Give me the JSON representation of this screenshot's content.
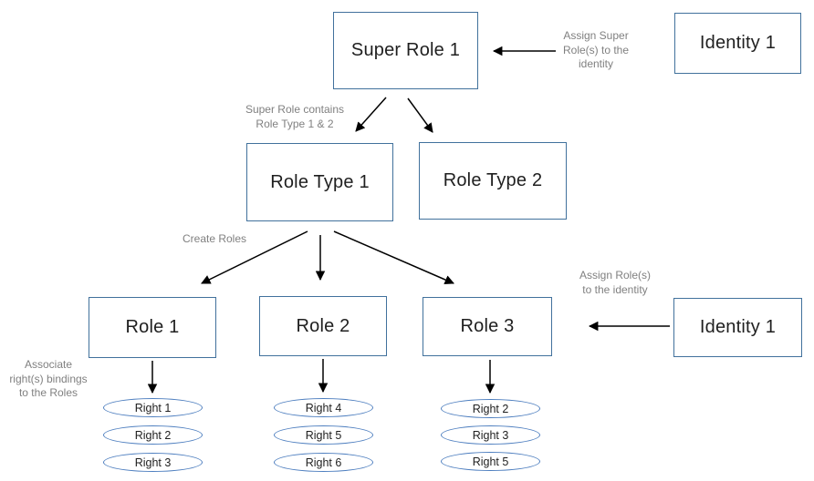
{
  "nodes": {
    "super_role_1": "Super Role 1",
    "identity_top": "Identity 1",
    "role_type_1": "Role Type 1",
    "role_type_2": "Role Type 2",
    "role_1": "Role 1",
    "role_2": "Role 2",
    "role_3": "Role 3",
    "identity_bottom": "Identity 1"
  },
  "annotations": {
    "assign_super_role": "Assign Super\nRole(s) to the\nidentity",
    "super_role_contains": "Super Role contains\nRole Type 1 & 2",
    "create_roles": "Create Roles",
    "associate_rights": "Associate\nright(s) bindings\nto the Roles",
    "assign_roles": "Assign Role(s)\nto the identity"
  },
  "rights": {
    "role_1": [
      "Right 1",
      "Right 2",
      "Right 3"
    ],
    "role_2": [
      "Right 4",
      "Right 5",
      "Right 6"
    ],
    "role_3": [
      "Right 2",
      "Right 3",
      "Right 5"
    ]
  },
  "colors": {
    "box_border": "#41719C",
    "ellipse_border": "#4d7ebf",
    "annotation_text": "#808080",
    "arrow": "#000000",
    "background": "#ffffff"
  }
}
